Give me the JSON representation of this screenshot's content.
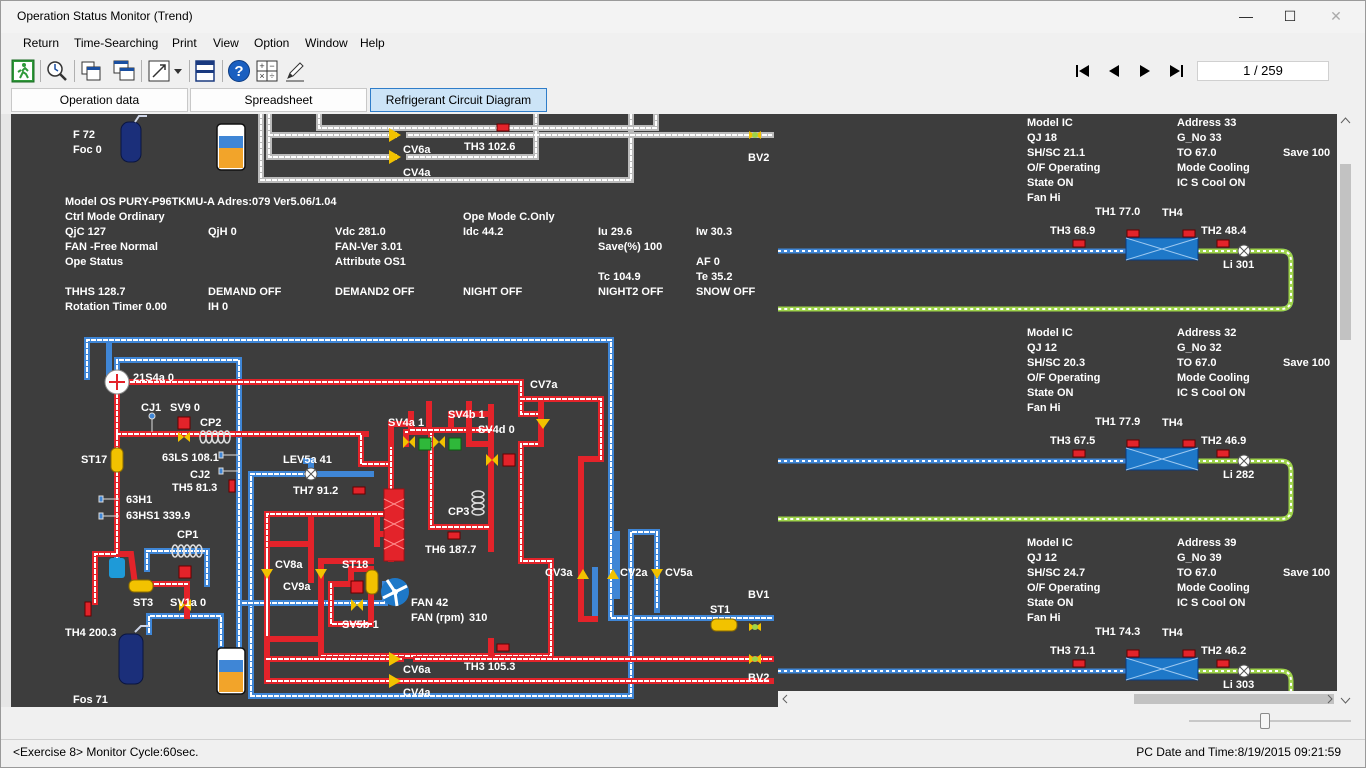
{
  "window": {
    "title": "Operation Status Monitor (Trend)"
  },
  "menu": [
    "Return",
    "Time-Searching",
    "Print",
    "View",
    "Option",
    "Window",
    "Help"
  ],
  "pager": {
    "value": "1  /  259"
  },
  "tabs": [
    {
      "label": "Operation data",
      "active": false
    },
    {
      "label": "Spreadsheet",
      "active": false
    },
    {
      "label": "Refrigerant Circuit Diagram",
      "active": true
    }
  ],
  "outdoor": {
    "top_f": "F 72",
    "top_foc": "Foc 0",
    "top_cv6a": "CV6a",
    "top_cv4a": "CV4a",
    "top_th3": "TH3  102.6",
    "top_bv2": "BV2",
    "model": "Model OS PURY-P96TKMU-A Adres:079 Ver5.06/1.04",
    "rows": [
      [
        "Ctrl Mode Ordinary",
        "",
        "",
        "Ope Mode C.Only",
        "",
        ""
      ],
      [
        "QjC 127",
        "QjH 0",
        "Vdc 281.0",
        "Idc  44.2",
        "Iu  29.6",
        "Iw  30.3"
      ],
      [
        "FAN -Free Normal",
        "",
        "FAN-Ver  3.01",
        "",
        "Save(%) 100",
        ""
      ],
      [
        "Ope Status",
        "",
        "Attribute OS1",
        "",
        "",
        "AF 0"
      ],
      [
        "",
        "",
        "",
        "",
        "Tc 104.9",
        "Te  35.2"
      ],
      [
        "THHS 128.7",
        "DEMAND OFF",
        "DEMAND2 OFF",
        "NIGHT OFF",
        "NIGHT2 OFF",
        "SNOW OFF"
      ],
      [
        "Rotation Timer  0.00",
        "IH 0",
        "",
        "",
        "",
        ""
      ]
    ],
    "components": {
      "s21": "21S4a 0",
      "cv7a": "CV7a",
      "cj1": "CJ1",
      "sv9": "SV9 0",
      "cp2": "CP2",
      "sv4a": "SV4a 1",
      "sv4b": "SV4b 1",
      "sv4d": "SV4d 0",
      "st17": "ST17",
      "ls63": "63LS 108.1",
      "cj2": "CJ2",
      "th5": "TH5  81.3",
      "lev5a": "LEV5a   41",
      "th7": "TH7  91.2",
      "h63": "63H1",
      "hs63": "63HS1 339.9",
      "cp3": "CP3",
      "th6": "TH6  187.7",
      "cp1": "CP1",
      "cv8a": "CV8a",
      "cv9a": "CV9a",
      "st18": "ST18",
      "cv3a": "CV3a",
      "cv2a": "CV2a",
      "cv5a": "CV5a",
      "st3": "ST3",
      "sv1a": "SV1a 0",
      "fan": "FAN 42",
      "fan_rpm": "FAN (rpm)",
      "fan_rpm_val": "310",
      "sv5b": "SV5b 1",
      "bv1": "BV1",
      "st1": "ST1",
      "th4": "TH4 200.3",
      "cv6a": "CV6a",
      "th3": "TH3 105.3",
      "cv4a": "CV4a",
      "bv2": "BV2",
      "fos": "Fos 71"
    }
  },
  "indoor_units": [
    {
      "model": "Model IC",
      "address": "Address 33",
      "qj": "QJ 18",
      "gno": "G_No 33",
      "shsc": "SH/SC  21.1",
      "to": "TO  67.0",
      "of": "O/F Operating",
      "mode": "Mode Cooling",
      "state": "State ON",
      "ics": "IC S Cool ON",
      "fan": "Fan Hi",
      "save": "Save 100",
      "th1": "TH1  77.0",
      "th4": "TH4",
      "th3": "TH3  68.9",
      "th2": "TH2  48.4",
      "li": "Li  301"
    },
    {
      "model": "Model IC",
      "address": "Address 32",
      "qj": "QJ 12",
      "gno": "G_No 32",
      "shsc": "SH/SC  20.3",
      "to": "TO  67.0",
      "of": "O/F Operating",
      "mode": "Mode Cooling",
      "state": "State ON",
      "ics": "IC S Cool ON",
      "fan": "Fan Hi",
      "save": "Save 100",
      "th1": "TH1  77.9",
      "th4": "TH4",
      "th3": "TH3  67.5",
      "th2": "TH2  46.9",
      "li": "Li  282"
    },
    {
      "model": "Model IC",
      "address": "Address 39",
      "qj": "QJ 12",
      "gno": "G_No 39",
      "shsc": "SH/SC  24.7",
      "to": "TO  67.0",
      "of": "O/F Operating",
      "mode": "Mode Cooling",
      "state": "State ON",
      "ics": "IC S Cool ON",
      "fan": "Fan Hi",
      "save": "Save 100",
      "th1": "TH1  74.3",
      "th4": "TH4",
      "th3": "TH3  71.1",
      "th2": "TH2  46.2",
      "li": "Li  303"
    }
  ],
  "status": {
    "left": "<Exercise 8>  Monitor Cycle:60sec.",
    "right": "PC Date and Time:8/19/2015 09:21:59"
  },
  "colors": {
    "background": "#3d3d3d",
    "pipe_red": "#e8232a",
    "pipe_blue": "#4a8fd8",
    "pipe_white": "#c8c8c8",
    "pipe_green": "#9fd84a",
    "sensor_red": "#e8232a",
    "valve_yellow": "#f2c200",
    "hex_blue": "#1e78c8",
    "tab_active": "#cce4f7"
  }
}
